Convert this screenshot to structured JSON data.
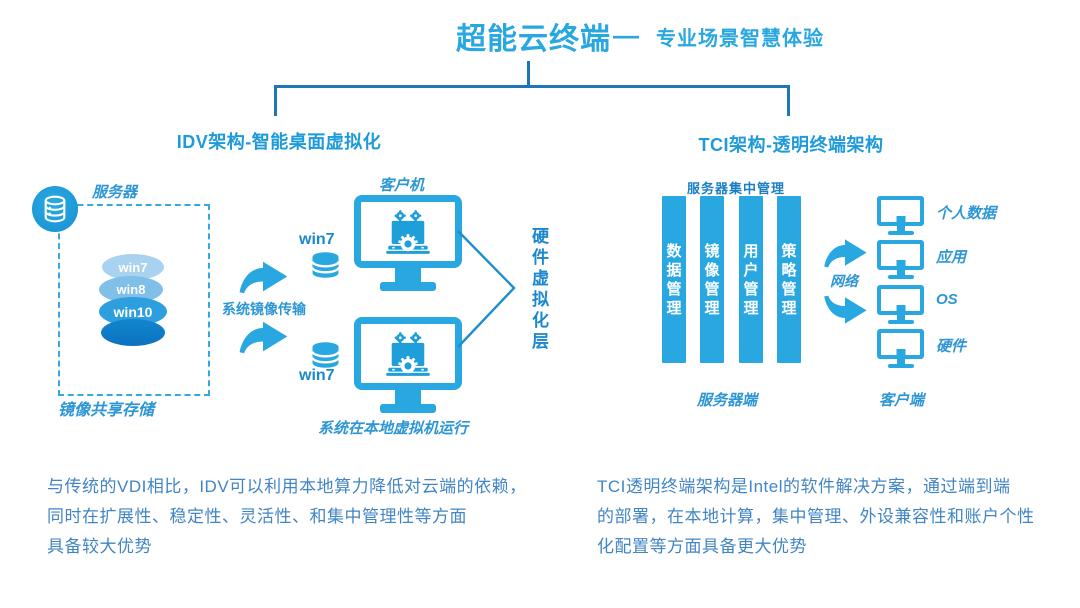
{
  "title": {
    "main": "超能云终端",
    "dash": "—",
    "subtitle": "专业场景智慧体验"
  },
  "idv": {
    "heading": "IDV架构-智能桌面虚拟化",
    "server_label": "服务器",
    "os_images": [
      "win7",
      "win8",
      "win10"
    ],
    "storage_label": "镜像共享存储",
    "transfer_label": "系统镜像传输",
    "image_top_label": "win7",
    "image_bottom_label": "win7",
    "client_label": "客户机",
    "hardware_layer_label": "硬件虚拟化层",
    "local_vm_label": "系统在本地虚拟机运行",
    "description": "与传统的VDI相比，IDV可以利用本地算力降低对云端的依赖，\n同时在扩展性、稳定性、灵活性、和集中管理性等方面\n具备较大优势"
  },
  "tci": {
    "heading": "TCI架构-透明终端架构",
    "server_mgmt_label": "服务器集中管理",
    "management_bars": [
      "数据管理",
      "镜像管理",
      "用户管理",
      "策略管理"
    ],
    "server_side_label": "服务器端",
    "network_label": "网络",
    "client_layers": [
      "个人数据",
      "应用",
      "OS",
      "硬件"
    ],
    "client_side_label": "客户端",
    "description": "TCI透明终端架构是Intel的软件解决方案，通过端到端\n的部署，在本地计算，集中管理、外设兼容性和账户个性\n化配置等方面具备更大优势"
  },
  "colors": {
    "accent": "#29A7E0",
    "heading": "#1E9ADB",
    "label": "#2E96D5",
    "body_text": "#4285C5",
    "dark_line": "#1C76B8",
    "oval_win7": "#A9D2F0",
    "oval_win8": "#7FBFE8",
    "oval_win10": "#2D9FDE",
    "oval_base": "#1186CE",
    "background": "#FFFFFF"
  }
}
